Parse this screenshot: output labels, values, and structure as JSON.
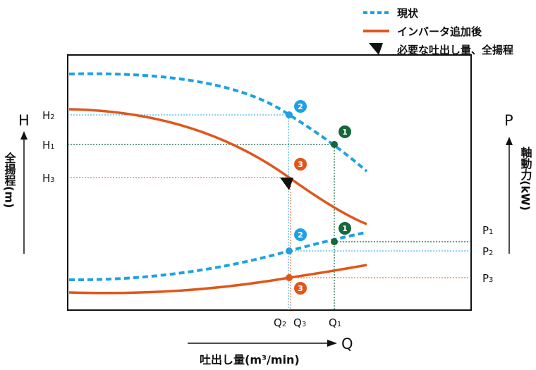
{
  "legend": {
    "current": "現状",
    "inverter": "インバータ追加後",
    "required": "必要な吐出し量、全揚程"
  },
  "axes": {
    "y_left_symbol": "H",
    "y_left_label": "全揚程(m)",
    "y_right_symbol": "P",
    "y_right_label": "軸動力(kW)",
    "x_symbol": "Q",
    "x_label": "吐出し量(m³/min)"
  },
  "ticks": {
    "h2": "H2",
    "h1": "H1",
    "h3": "H3",
    "p1": "P1",
    "p2": "P2",
    "p3": "P3",
    "q2": "Q2",
    "q3": "Q3",
    "q1": "Q1"
  },
  "markers": {
    "m1": "1",
    "m2": "2",
    "m3": "3"
  },
  "colors": {
    "current": "#1ea1e4",
    "inverter": "#e0561a",
    "point1": "#15663a",
    "required": "#111111",
    "frame": "#111111"
  }
}
